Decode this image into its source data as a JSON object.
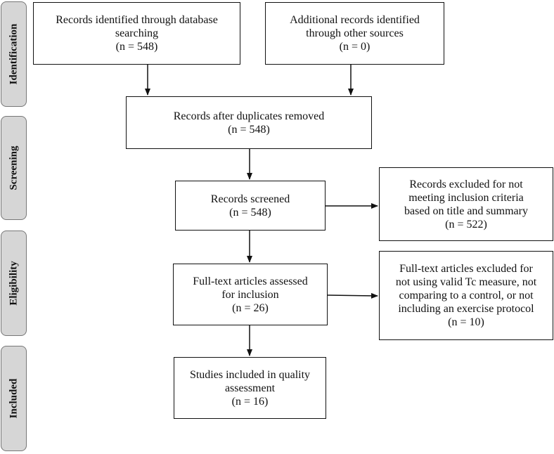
{
  "phases": [
    "Identification",
    "Screening",
    "Eligibility",
    "Included"
  ],
  "boxes": {
    "db": {
      "lines": [
        "Records identified through database",
        "searching",
        "(n = 548)"
      ]
    },
    "other": {
      "lines": [
        "Additional records identified",
        "through other sources",
        "(n = 0)"
      ]
    },
    "dedup": {
      "lines": [
        "Records after duplicates removed",
        "(n = 548)"
      ]
    },
    "screened": {
      "lines": [
        "Records screened",
        "(n = 548)"
      ]
    },
    "excluded_title": {
      "lines": [
        "Records excluded for not",
        "meeting inclusion criteria",
        "based on title and summary",
        "(n = 522)"
      ]
    },
    "fulltext": {
      "lines": [
        "Full-text articles assessed",
        "for inclusion",
        "(n = 26)"
      ]
    },
    "excluded_fulltext": {
      "lines": [
        "Full-text articles excluded for",
        "not using valid Tc measure, not",
        "comparing to a control, or not",
        "including an exercise protocol",
        "(n = 10)"
      ]
    },
    "included": {
      "lines": [
        "Studies included in quality",
        "assessment",
        "(n = 16)"
      ]
    }
  }
}
